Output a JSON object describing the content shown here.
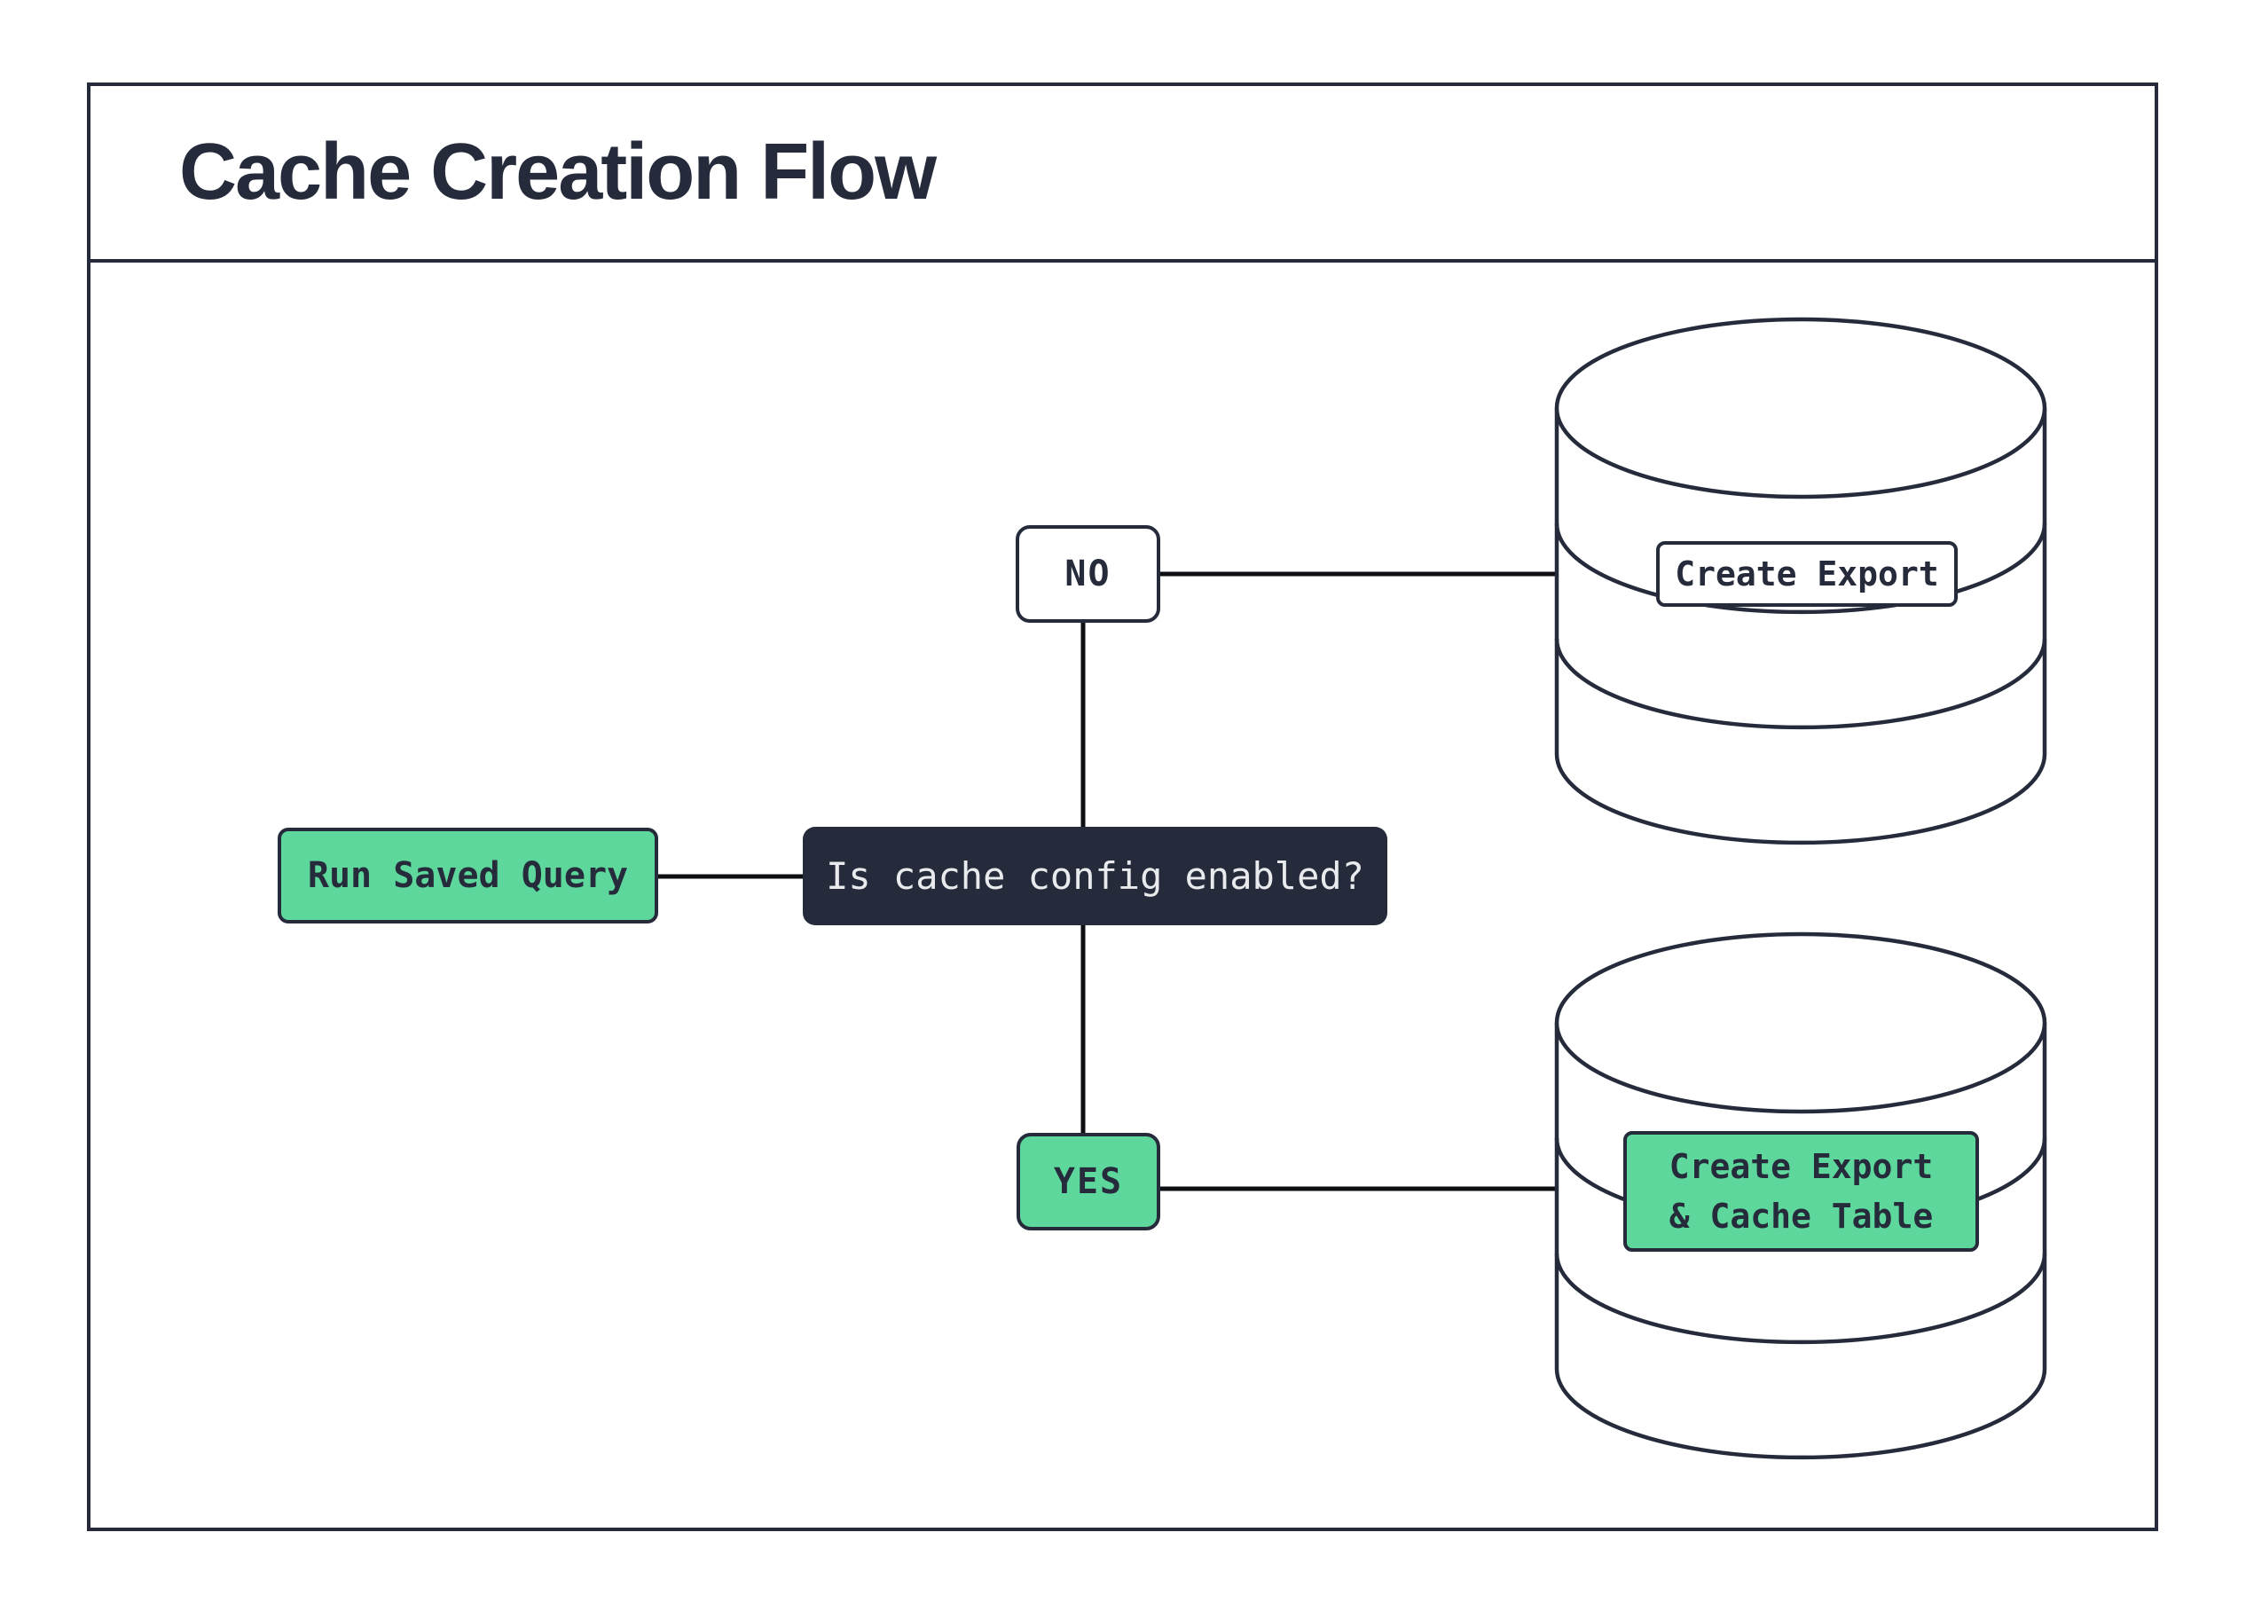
{
  "header": {
    "title": "Cache Creation Flow"
  },
  "nodes": {
    "start": {
      "label": "Run Saved Query"
    },
    "decision": {
      "label": "Is cache config enabled?"
    },
    "branch_no": {
      "label": "NO"
    },
    "branch_yes": {
      "label": "YES"
    },
    "no_outcome": {
      "label": "Create Export"
    },
    "yes_outcome": {
      "line1": "Create Export",
      "line2": "& Cache Table"
    }
  },
  "icons": {
    "no_outcome_shape": "database-cylinder-icon",
    "yes_outcome_shape": "database-cylinder-icon"
  },
  "colors": {
    "accent_green": "#5DD79B",
    "ink_navy": "#262B3B",
    "connector_black": "#0E0F12",
    "surface_white": "#FFFFFF"
  }
}
